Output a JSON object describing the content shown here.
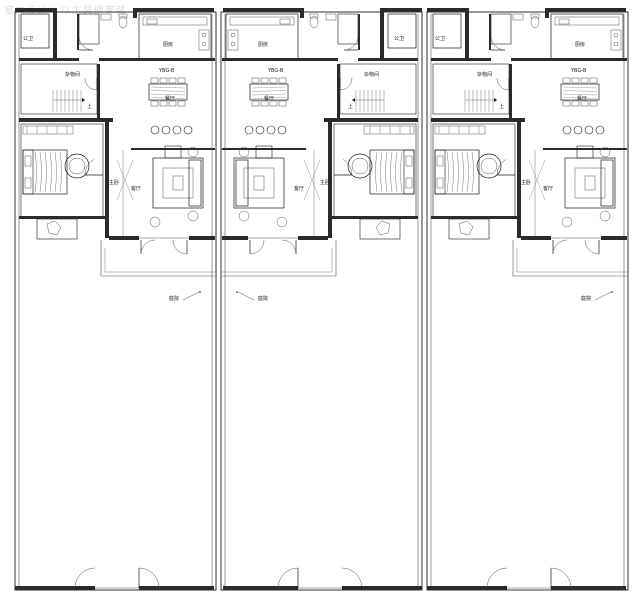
{
  "watermark": "室内设计 | 以工装修家装",
  "rooms": {
    "wc": "公卫",
    "kitchen": "厨房",
    "storage": "杂物间",
    "dining": "餐厅",
    "master_bedroom": "主卧",
    "living": "客厅",
    "yard": "庭院",
    "up": "上",
    "elevation_tag": "YBG-B"
  },
  "units": [
    {
      "id": "unit-1",
      "mirrored": false
    },
    {
      "id": "unit-2",
      "mirrored": true
    },
    {
      "id": "unit-3",
      "mirrored": false
    }
  ],
  "colors": {
    "line": "#1a1a1a",
    "wall_fill": "#2b2b2b",
    "thin_line": "#555555",
    "watermark": "#d3dce6"
  }
}
